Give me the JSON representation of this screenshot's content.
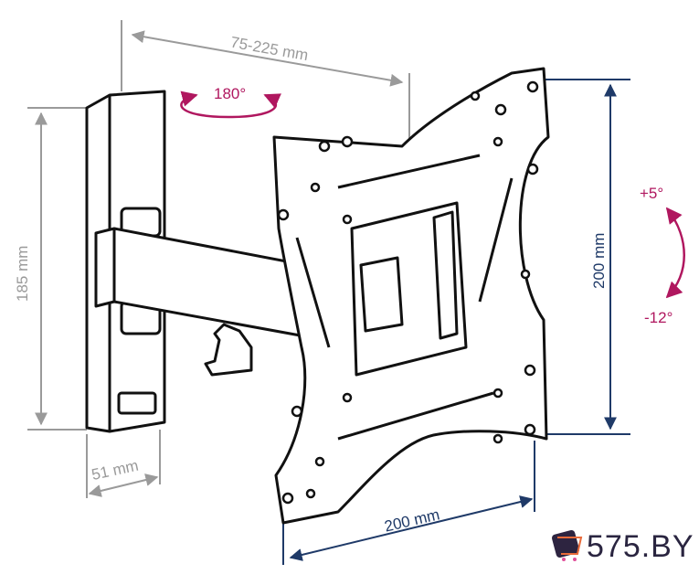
{
  "labels": {
    "arm_extension": "75-225 mm",
    "swivel": "180°",
    "wall_plate_height": "185 mm",
    "wall_plate_width": "51 mm",
    "vesa_vertical": "200 mm",
    "vesa_horizontal": "200 mm",
    "tilt_up": "+5°",
    "tilt_down": "-12°"
  },
  "logo": {
    "text": "575.BY"
  },
  "colors": {
    "dimension_gray": "#9a9a9a",
    "dimension_navy": "#1f3a68",
    "rotation_magenta": "#b0175f"
  }
}
